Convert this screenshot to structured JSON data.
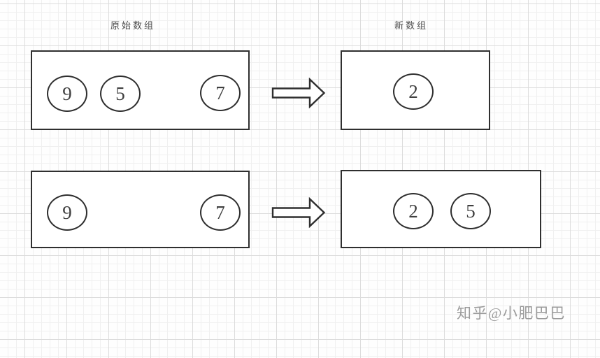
{
  "titles": {
    "source": "原始数组",
    "result": "新数组"
  },
  "rows": [
    {
      "source_items": [
        "9",
        "5",
        "7"
      ],
      "result_items": [
        "2"
      ]
    },
    {
      "source_items": [
        "9",
        "7"
      ],
      "result_items": [
        "2",
        "5"
      ]
    }
  ],
  "watermark": {
    "text": "知乎@小肥巴巴"
  },
  "icons": {
    "arrow": "right-block-arrow"
  },
  "colors": {
    "background": "#fefefe",
    "grid_minor": "#f0f0f0",
    "grid_major": "#dcdcdc",
    "shape_border": "#2f2f2f",
    "text": "#3f3f3f",
    "title_text": "#4d4d4d",
    "watermark": "#9b9b9b"
  }
}
